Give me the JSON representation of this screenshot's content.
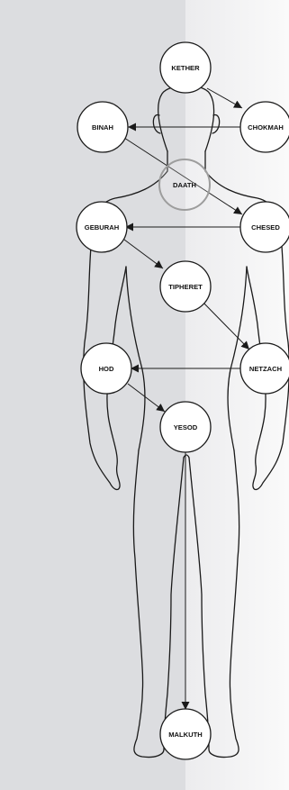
{
  "colors": {
    "left_panel": "#dcdde0",
    "right_panel": "#f3f3f4",
    "body_outline": "#1a1a1a",
    "node_fill": "#ffffff",
    "node_stroke": "#1a1a1a",
    "daath_stroke": "#9d9d9d",
    "arrow": "#1a1a1a"
  },
  "nodes": {
    "kether": "KETHER",
    "chokmah": "CHOKMAH",
    "binah": "BINAH",
    "daath": "DAATH",
    "geburah": "GEBURAH",
    "chesed": "CHESED",
    "tipheret": "TIPHERET",
    "hod": "HOD",
    "netzach": "NETZACH",
    "yesod": "YESOD",
    "malkuth": "MALKUTH"
  },
  "connections": [
    [
      "kether",
      "chokmah"
    ],
    [
      "chokmah",
      "binah"
    ],
    [
      "binah",
      "chesed"
    ],
    [
      "chesed",
      "geburah"
    ],
    [
      "geburah",
      "tipheret"
    ],
    [
      "tipheret",
      "netzach"
    ],
    [
      "netzach",
      "hod"
    ],
    [
      "hod",
      "yesod"
    ],
    [
      "yesod",
      "malkuth"
    ]
  ]
}
